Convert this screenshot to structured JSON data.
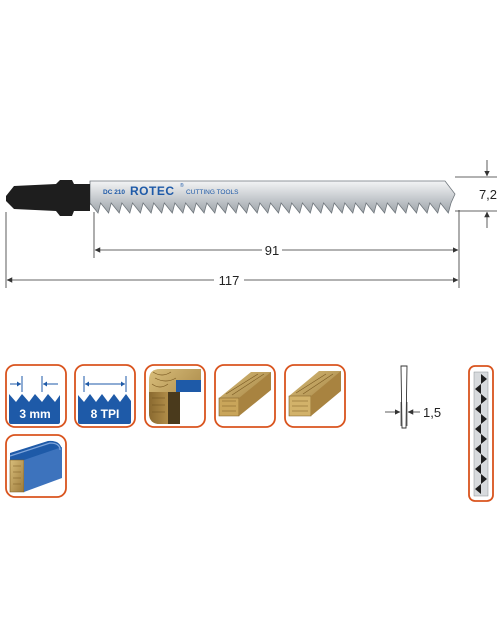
{
  "blade": {
    "model": "DC 210",
    "brand": "ROTEC",
    "registered": "®",
    "tagline": "CUTTING TOOLS"
  },
  "dimensions": {
    "width": "7,2",
    "working_length": "91",
    "total_length": "117",
    "thickness": "1,5"
  },
  "features": {
    "tooth_spacing": "3 mm",
    "teeth_per_inch": "8 TPI"
  },
  "colors": {
    "accent": "#d9541e",
    "tile_blue": "#1e5aa8",
    "blade_steel": "#c4c8cc",
    "shank_black": "#1e1e1e",
    "wood": "#b5934a",
    "dim_line": "#333333"
  },
  "icons": [
    "tooth-spacing-icon",
    "tpi-icon",
    "wood-joint-icon",
    "wood-plank-icon",
    "wood-beam-icon",
    "laminate-board-icon",
    "blade-thickness-icon",
    "tooth-profile-icon"
  ]
}
